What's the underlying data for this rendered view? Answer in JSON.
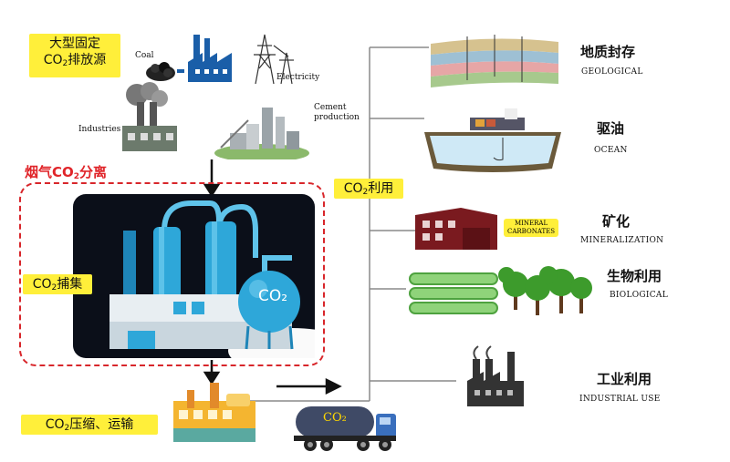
{
  "labels": {
    "fixed_source_line1": "大型固定",
    "fixed_source_line2_pre": "CO",
    "fixed_source_line2_sub": "2",
    "fixed_source_line2_post": "排放源",
    "coal": "Coal",
    "electricity": "Electricity",
    "industries": "Industries",
    "cement_line1": "Cement",
    "cement_line2": "production",
    "flue_gas_pre": "烟气CO",
    "flue_gas_sub": "2",
    "flue_gas_post": "分离",
    "capture_pre": "CO",
    "capture_sub": "2",
    "capture_post": "捕集",
    "utilization_pre": "CO",
    "utilization_sub": "2",
    "utilization_post": "利用",
    "compress_pre": "CO",
    "compress_sub": "2",
    "compress_post": "压缩、运输",
    "tank_label": "CO₂",
    "truck_label": "CO₂"
  },
  "destinations": [
    {
      "cn": "地质封存",
      "en": "GEOLOGICAL"
    },
    {
      "cn": "驱油",
      "en": "OCEAN"
    },
    {
      "cn": "矿化",
      "en": "MINERALIZATION"
    },
    {
      "cn": "生物利用",
      "en": "BIOLOGICAL"
    },
    {
      "cn": "工业利用",
      "en": "INDUSTRIAL USE"
    }
  ],
  "mineral_badge_line1": "MINERAL",
  "mineral_badge_line2": "CARBONATES",
  "colors": {
    "yellow": "#ffef3a",
    "red_dash": "#d8262b",
    "plant_blue": "#2ea7d9",
    "line_gray": "#8a8a8a"
  }
}
